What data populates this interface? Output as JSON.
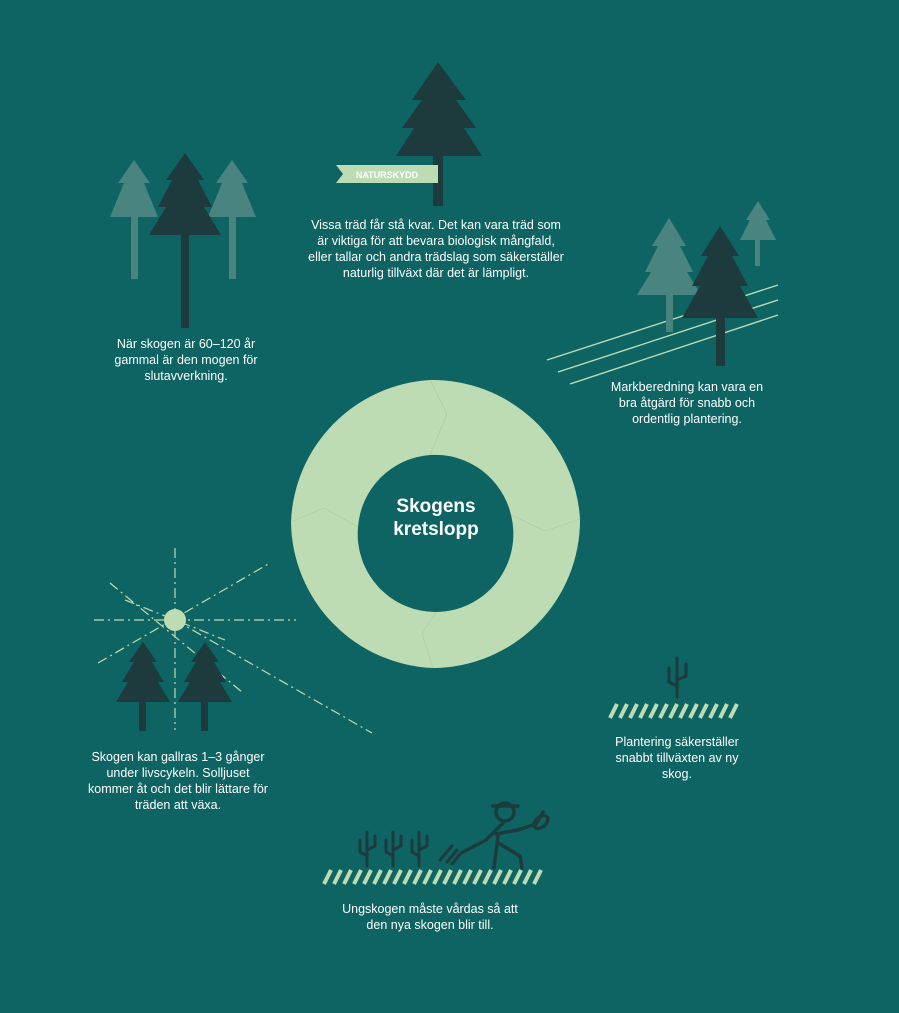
{
  "diagram": {
    "title_line1": "Skogens",
    "title_line2": "kretslopp",
    "flag_label": "NATURSKYDD",
    "captions": {
      "naturskydd": "Vissa träd får stå kvar. Det kan vara träd som är viktiga för att bevara biologisk mångfald, eller tallar och andra trädslag som säkerställer naturlig tillväxt där det är lämpligt.",
      "slutavverkning": "När skogen är 60–120 år gammal är den mogen för slutavverkning.",
      "markberedning": "Markberedning kan vara en bra åtgärd för snabb och ordentlig plantering.",
      "gallring": "Skogen kan gallras 1–3 gånger under livscykeln. Solljuset kommer åt och det blir lättare för träden att växa.",
      "plantering": "Plantering säkerställer snabbt tillväxten av ny skog.",
      "ungskog": "Ungskogen måste vårdas så att den nya skogen blir till."
    }
  },
  "colors": {
    "background": "#0d6463",
    "ring": "#bedcb3",
    "dark_tree": "#1d3b3d",
    "light_tree": "#4a8481",
    "accent_line": "#bedcb3",
    "text": "#ffffff"
  }
}
